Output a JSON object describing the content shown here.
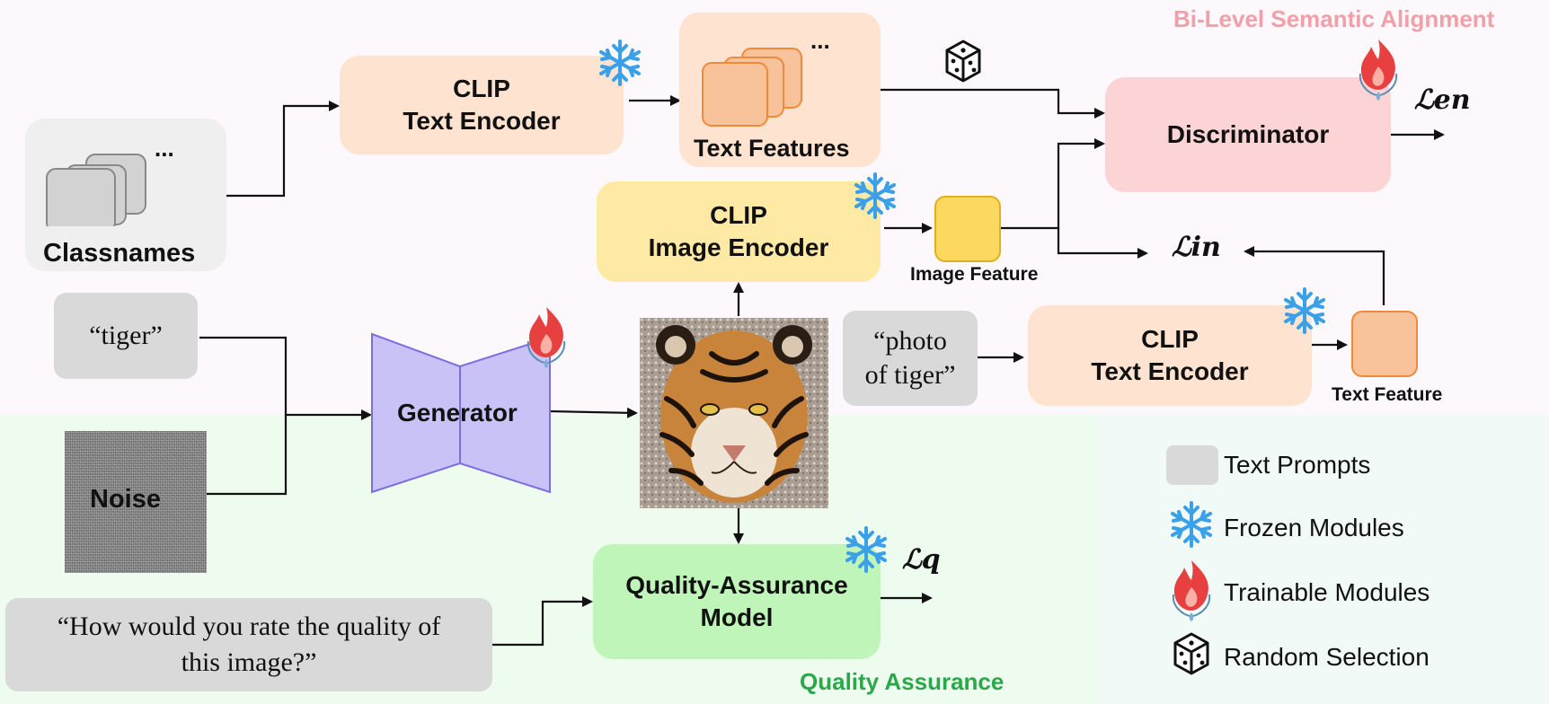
{
  "sections": {
    "bilevel_title": "Bi-Level Semantic Alignment",
    "qa_title": "Quality Assurance"
  },
  "modules": {
    "clip_text_encoder_top": {
      "line1": "CLIP",
      "line2": "Text Encoder"
    },
    "clip_image_encoder": {
      "line1": "CLIP",
      "line2": "Image Encoder"
    },
    "clip_text_encoder_right": {
      "line1": "CLIP",
      "line2": "Text Encoder"
    },
    "discriminator": "Discriminator",
    "generator": "Generator",
    "qa_model": {
      "line1": "Quality-Assurance",
      "line2": "Model"
    }
  },
  "inputs": {
    "classnames": "Classnames",
    "tiger_prompt": "“tiger”",
    "noise": "Noise",
    "photo_prompt": {
      "line1": "“photo",
      "line2": "of tiger”"
    },
    "qa_question": {
      "line1": "“How would you rate the quality of",
      "line2": "this image?”"
    }
  },
  "features": {
    "text_features": "Text Features",
    "image_feature": "Image Feature",
    "text_feature": "Text Feature",
    "ellipsis": "..."
  },
  "losses": {
    "en": "ℒen",
    "in": "ℒin",
    "q": "ℒq"
  },
  "legend": [
    {
      "icon": "gray-box",
      "label": "Text Prompts"
    },
    {
      "icon": "snowflake-icon",
      "label": "Frozen Modules"
    },
    {
      "icon": "flame-icon",
      "label": "Trainable Modules"
    },
    {
      "icon": "dice-icon",
      "label": "Random Selection"
    }
  ],
  "colors": {
    "bilevel_title": "#f0a0a8",
    "qa_title": "#2aa84a",
    "clip_text": "#fde3d0",
    "clip_image": "#feeaa4",
    "discriminator": "#fdd4d6",
    "generator": "#c9c2f7",
    "qa_model": "#bff5b8",
    "snowflake": "#3aa0e8",
    "flame": "#e84040"
  }
}
